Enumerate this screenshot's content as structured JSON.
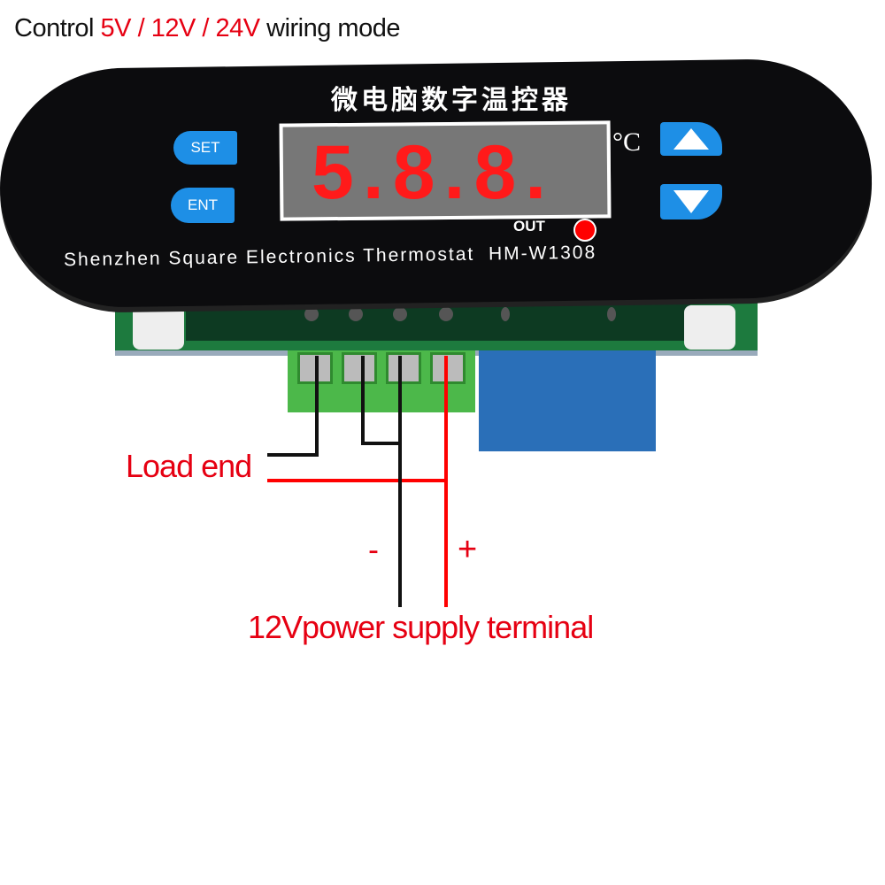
{
  "caption": {
    "prefix": "Control ",
    "voltages": "5V / 12V / 24V",
    "suffix": " wiring mode"
  },
  "device": {
    "chinese_title": "微电脑数字温控器",
    "display_value": "5.8.8.",
    "unit": "°C",
    "set_label": "SET",
    "ent_label": "ENT",
    "up_icon": "triangle-up-icon",
    "down_icon": "triangle-down-icon",
    "out_label": "OUT",
    "maker_text": "Shenzhen Square Electronics Thermostat",
    "model": "HM-W1308"
  },
  "wiring": {
    "load_label": "Load end",
    "minus_label": "-",
    "plus_label": "+",
    "supply_label": "12Vpower supply terminal"
  },
  "colors": {
    "accent_red": "#e60012",
    "button_blue": "#1e8fe6",
    "panel": "#0c0c0e",
    "terminal_green": "#4cb84a",
    "relay_blue": "#2a6fb8"
  }
}
